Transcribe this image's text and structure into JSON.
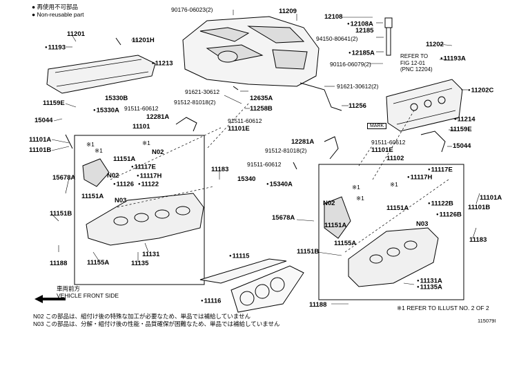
{
  "legend": {
    "item1": "● 再使用不可部品",
    "item2": "● Non-reusable part"
  },
  "labels": {
    "p90176": "90176-06023(2)",
    "p11209": "11209",
    "p12108": "12108",
    "p12108A": "12108A",
    "p12185": "12185",
    "p94150": "94150-80641(2)",
    "p12185A": "12185A",
    "p90116": "90116-06079(2)",
    "p11202": "11202",
    "p11193A": "11193A",
    "p11202C": "11202C",
    "p11201": "11201",
    "p11193": "11193",
    "p11201H": "11201H",
    "p11213": "11213",
    "p91621a": "91621-30612",
    "p91512a": "91512-81018(2)",
    "p12635A": "12635A",
    "p11258B": "11258B",
    "p91621b": "91621-30612(2)",
    "p11256": "11256",
    "p11159Ea": "11159E",
    "p15330B": "15330B",
    "p15330A": "15330A",
    "p91511a": "91511-60612",
    "p15044a": "15044",
    "p11101": "11101",
    "p12281Aa": "12281A",
    "p91511b": "91511-60612",
    "p11101Ea": "11101E",
    "p11214": "11214",
    "p11159Eb": "11159E",
    "p15044b": "15044",
    "p11101A": "11101A",
    "p11101B": "11101B",
    "pN02a": "N02",
    "p11151Aa": "11151A",
    "p11117E": "11117E",
    "pN02b": "N02",
    "p11117H": "11117H",
    "p11126": "11126",
    "p11122": "11122",
    "p15678Aa": "15678A",
    "p11151Ab": "11151A",
    "pN03a": "N03",
    "p11151Ba": "11151B",
    "p11183a": "11183",
    "p11188a": "11188",
    "p11155Aa": "11155A",
    "p11135a": "11135",
    "p11131a": "11131",
    "p12281Ab": "12281A",
    "p91512b": "91512-81018(2)",
    "p91511c": "91511-60612",
    "p11101Eb": "11101E",
    "p11102": "11102",
    "p91511d": "91511-60612",
    "p15340": "15340",
    "p15340A": "15340A",
    "p11117Eb": "11117E",
    "p11117Hb": "11117H",
    "pN02c": "N02",
    "p11151Ac": "11151A",
    "p11122B": "11122B",
    "p11126B": "11126B",
    "p11151Ad": "11151A",
    "pN03b": "N03",
    "p15678Ab": "15678A",
    "p11155Ab": "11155A",
    "p11151Bb": "11151B",
    "p11101Ab": "11101A",
    "p11101Bb": "11101B",
    "p11183b": "11183",
    "p11115": "11115",
    "p11116": "11116",
    "p11131A": "11131A",
    "p11135A": "11135A",
    "p11188b": "11188",
    "star1": "※1",
    "star2": "※1",
    "star3": "※1",
    "star4": "※1",
    "star5": "※1",
    "star6": "※1"
  },
  "ref": {
    "line1": "REFER TO",
    "line2": "FIG 12-01",
    "line3": "(PNC 12204)"
  },
  "mark": "MARK",
  "front": {
    "jp": "車両前方",
    "en": "VEHICLE FRONT SIDE"
  },
  "refer_note": "※1 REFER TO ILLUST NO. 2 OF 2",
  "notes": {
    "n02": "N02 この部品は、組付け後の特殊な加工が必要なため、単品では補給していません",
    "n03": "N03 この部品は、分解・組付け後の性能・品質確保が困難なため、単品では補給していません"
  },
  "fig_id": "115079I"
}
